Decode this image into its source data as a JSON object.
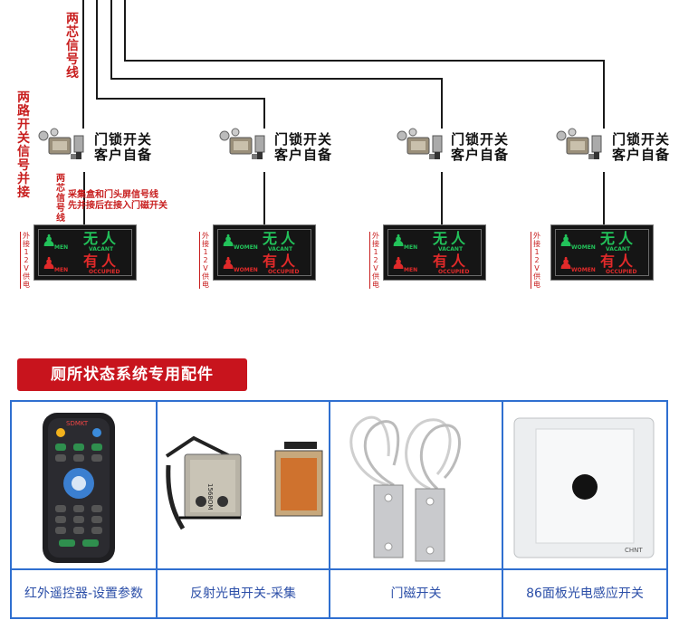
{
  "wire_label_top": "两芯信号线",
  "wire_label_left": "两路开关信号并接",
  "wire_label_small": "两芯信号线",
  "note_lines": [
    "采集盒和门头屏信号线",
    "先并接后在接入门磁开关"
  ],
  "lock_label_line1": "门锁开关",
  "lock_label_line2": "客户自备",
  "side_label": "外接12V供电",
  "panels": [
    {
      "gender": "MEN",
      "vacant_cn": "无人",
      "vacant_en": "VACANT",
      "occupied_cn": "有人",
      "occupied_en": "OCCUPIED"
    },
    {
      "gender": "WOMEN",
      "vacant_cn": "无人",
      "vacant_en": "VACANT",
      "occupied_cn": "有人",
      "occupied_en": "OCCUPIED"
    },
    {
      "gender": "MEN",
      "vacant_cn": "无人",
      "vacant_en": "VACANT",
      "occupied_cn": "有人",
      "occupied_en": "OCCUPIED"
    },
    {
      "gender": "WOMEN",
      "vacant_cn": "无人",
      "vacant_en": "VACANT",
      "occupied_cn": "有人",
      "occupied_en": "OCCUPIED"
    }
  ],
  "section_title": "厕所状态系统专用配件",
  "products": [
    {
      "caption": "红外遥控器-设置参数",
      "icon": "remote-control-icon"
    },
    {
      "caption": "反射光电开关-采集",
      "icon": "photoelectric-sensor-icon"
    },
    {
      "caption": "门磁开关",
      "icon": "magnetic-door-switch-icon"
    },
    {
      "caption": "86面板光电感应开关",
      "icon": "wall-panel-sensor-icon"
    }
  ],
  "remote_brand": "SDMKT",
  "sensor_model": "1568OM",
  "panel_brand": "CHNT",
  "colors": {
    "accent_red": "#c8141d",
    "grid_blue": "#2f6fd0",
    "vacant_green": "#22c25a",
    "occupied_red": "#e12a2a",
    "caption_blue": "#2c4fa8"
  }
}
